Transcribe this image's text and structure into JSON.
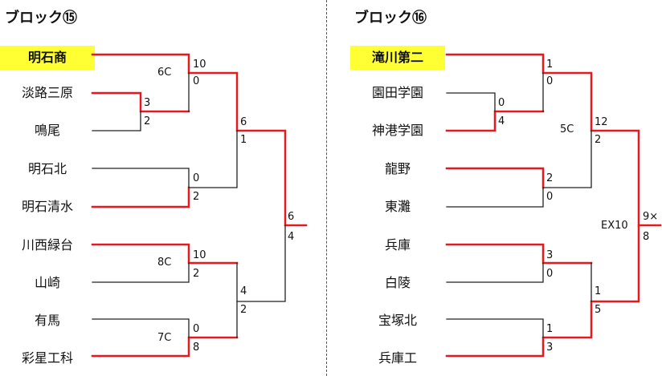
{
  "colors": {
    "win_line": "#e8191c",
    "line": "#222222",
    "highlight": "#ffff33"
  },
  "blocks": [
    {
      "title": "ブロック⑮",
      "teams": [
        "明石商",
        "淡路三原",
        "鳴尾",
        "明石北",
        "明石清水",
        "川西緑台",
        "山崎",
        "有馬",
        "彩星工科"
      ],
      "scores": [
        "10",
        "0",
        "3",
        "2",
        "0",
        "2",
        "10",
        "2",
        "0",
        "8",
        "6",
        "1",
        "4",
        "2",
        "6",
        "4"
      ],
      "notes": [
        "6C",
        "8C",
        "7C"
      ]
    },
    {
      "title": "ブロック⑯",
      "teams": [
        "滝川第二",
        "園田学園",
        "神港学園",
        "龍野",
        "東灘",
        "兵庫",
        "白陵",
        "宝塚北",
        "兵庫工"
      ],
      "scores": [
        "1",
        "0",
        "0",
        "4",
        "2",
        "0",
        "3",
        "0",
        "1",
        "3",
        "12",
        "2",
        "1",
        "5",
        "9×",
        "8"
      ],
      "notes": [
        "5C",
        "EX10"
      ]
    }
  ]
}
